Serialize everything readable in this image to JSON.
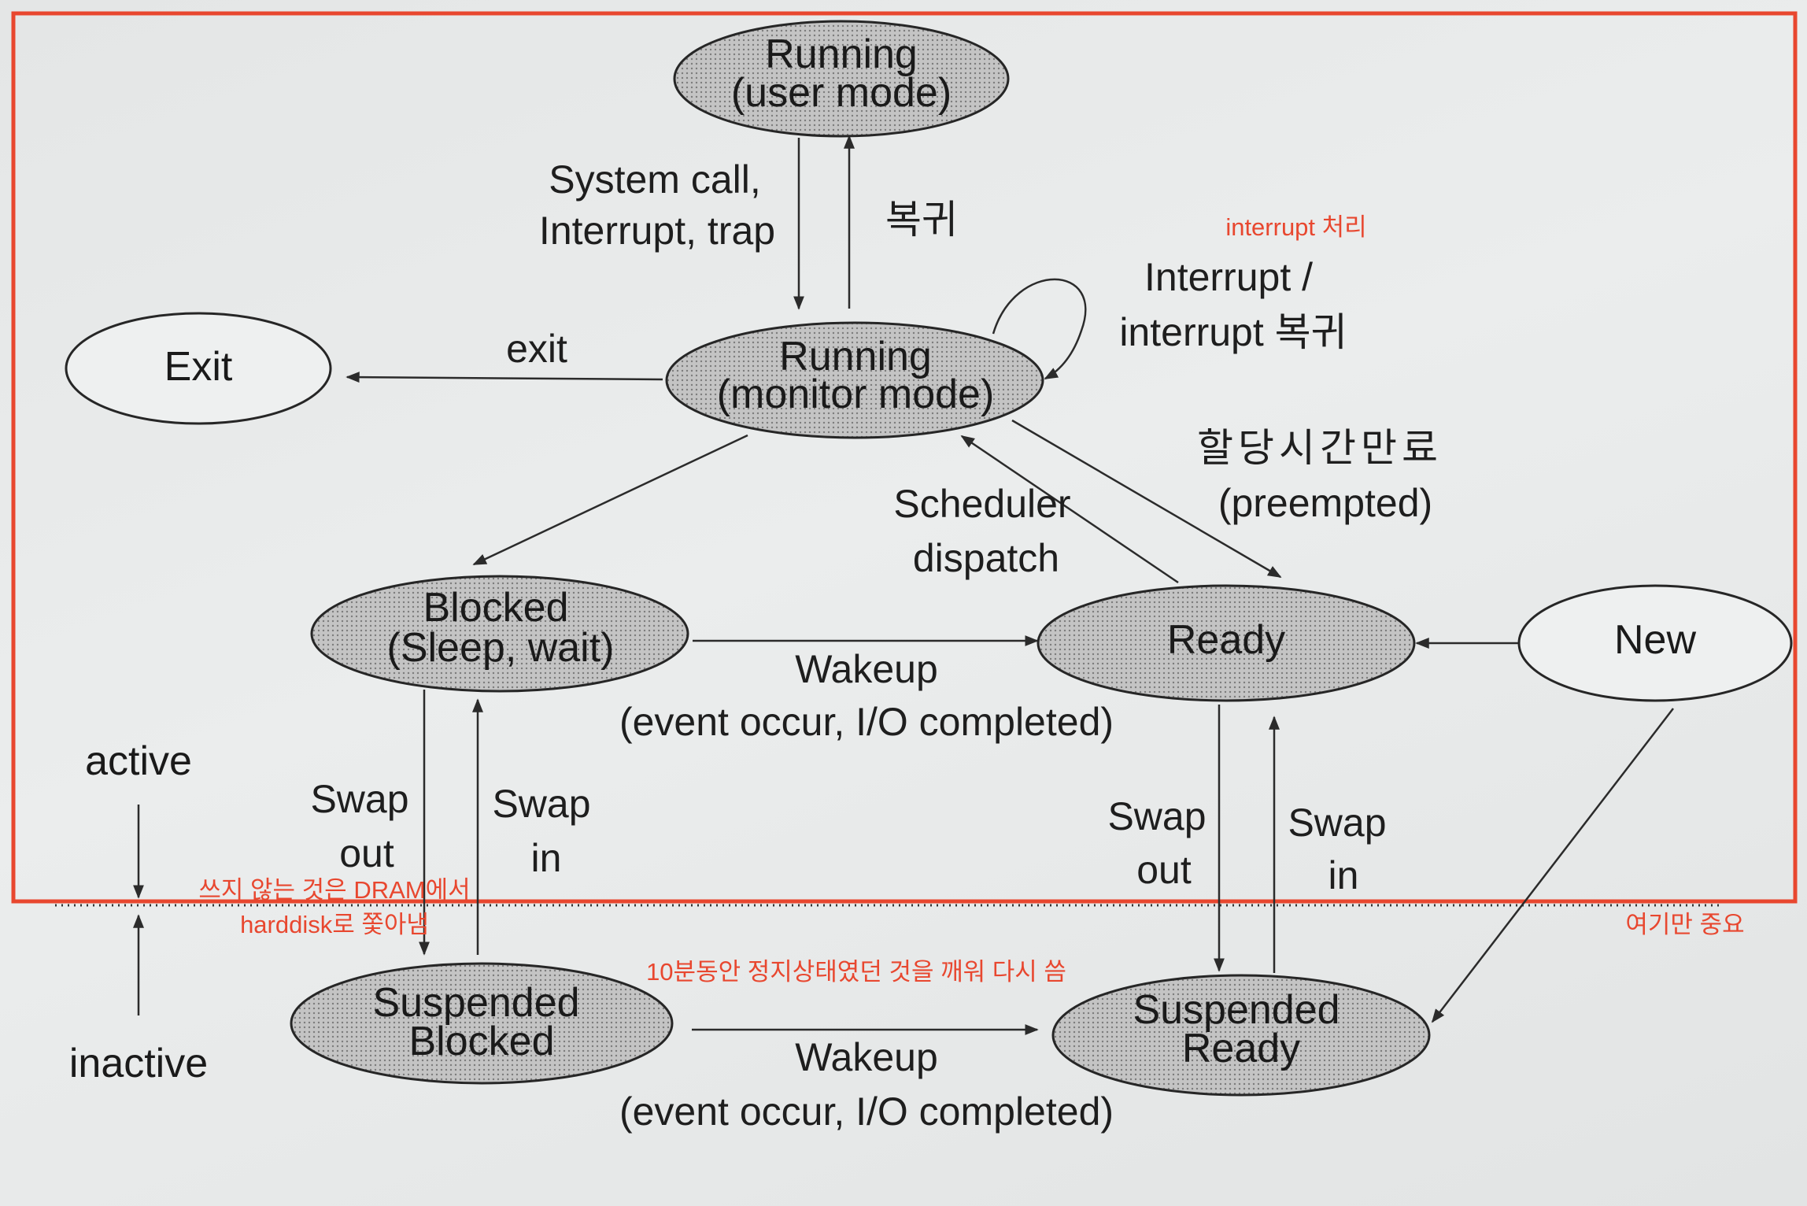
{
  "nodes": {
    "running_user": {
      "lines": [
        "Running",
        "(user mode)"
      ]
    },
    "running_monitor": {
      "lines": [
        "Running",
        "(monitor mode)"
      ]
    },
    "exit": {
      "lines": [
        "Exit"
      ]
    },
    "blocked": {
      "lines": [
        "Blocked",
        "(Sleep, wait)"
      ]
    },
    "ready": {
      "lines": [
        "Ready"
      ]
    },
    "new": {
      "lines": [
        "New"
      ]
    },
    "suspended_blocked": {
      "lines": [
        "Suspended",
        "Blocked"
      ]
    },
    "suspended_ready": {
      "lines": [
        "Suspended",
        "Ready"
      ]
    }
  },
  "edge_labels": {
    "syscall": [
      "System call,",
      "Interrupt, trap"
    ],
    "return": [
      "복귀"
    ],
    "interrupt_loop": [
      "Interrupt /",
      "interrupt 복귀"
    ],
    "exit": [
      "exit"
    ],
    "preempted": [
      "할당시간만료",
      "(preempted)"
    ],
    "dispatch": [
      "Scheduler",
      "dispatch"
    ],
    "wakeup_active": [
      "Wakeup",
      "(event occur, I/O completed)"
    ],
    "swap_out_blocked": [
      "Swap",
      "out"
    ],
    "swap_in_blocked": [
      "Swap",
      "in"
    ],
    "swap_out_ready": [
      "Swap",
      "out"
    ],
    "swap_in_ready": [
      "Swap",
      "in"
    ],
    "wakeup_suspended": [
      "Wakeup",
      "(event occur, I/O completed)"
    ]
  },
  "levels": {
    "active": "active",
    "inactive": "inactive"
  },
  "annotations": {
    "interrupt_handling": "interrupt 처리",
    "swap_out_note": [
      "쓰지 않는 것은 DRAM에서",
      "harddisk로 쫓아냄"
    ],
    "only_here_important": "여기만 중요",
    "wake_note": "10분동안 정지상태였던 것을 깨워 다시 씀"
  },
  "colors": {
    "annotation": "#e8472f",
    "state_fill": "#c4c4c4",
    "line": "#2b2b2b"
  }
}
